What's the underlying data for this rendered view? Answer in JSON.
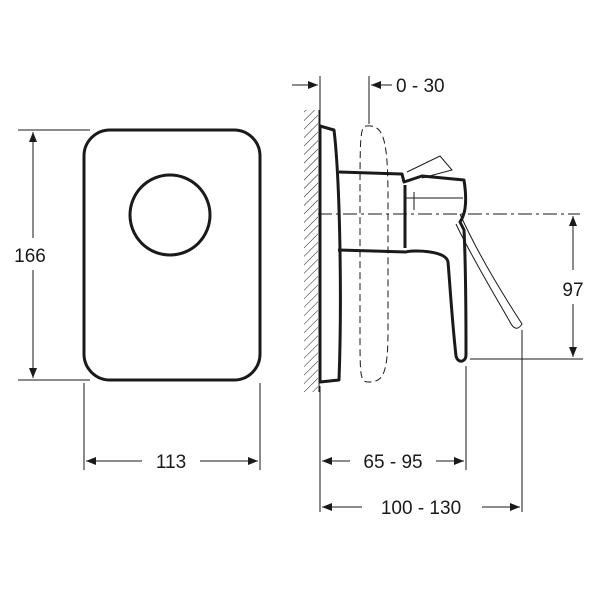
{
  "dimensions": {
    "plate_height": "166",
    "plate_width": "113",
    "adjust_range": "0 - 30",
    "lever_height": "97",
    "body_depth": "65 - 95",
    "total_depth": "100 - 130"
  },
  "colors": {
    "line": "#1a1a1a",
    "background": "#ffffff"
  }
}
